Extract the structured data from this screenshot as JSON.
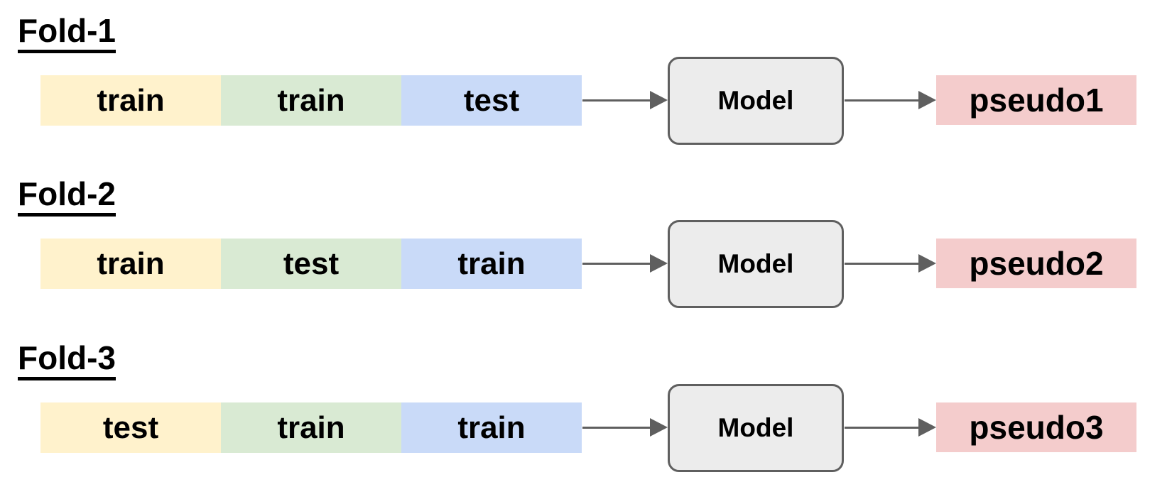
{
  "diagram": {
    "type": "k-fold-cross-validation-pseudo-labeling",
    "num_folds": 3
  },
  "colors": {
    "segment_yellow": "#fff2cc",
    "segment_green": "#d9ead3",
    "segment_blue": "#c9daf8",
    "pseudo_pink": "#f4cccc",
    "model_box_fill": "#ececec",
    "stroke_gray": "#5f5f5f",
    "text_black": "#000000",
    "background": "#ffffff"
  },
  "folds": [
    {
      "label": "Fold-1",
      "segments": [
        {
          "label": "train",
          "color": "#fff2cc"
        },
        {
          "label": "train",
          "color": "#d9ead3"
        },
        {
          "label": "test",
          "color": "#c9daf8"
        }
      ],
      "model_label": "Model",
      "output_label": "pseudo1"
    },
    {
      "label": "Fold-2",
      "segments": [
        {
          "label": "train",
          "color": "#fff2cc"
        },
        {
          "label": "test",
          "color": "#d9ead3"
        },
        {
          "label": "train",
          "color": "#c9daf8"
        }
      ],
      "model_label": "Model",
      "output_label": "pseudo2"
    },
    {
      "label": "Fold-3",
      "segments": [
        {
          "label": "test",
          "color": "#fff2cc"
        },
        {
          "label": "train",
          "color": "#d9ead3"
        },
        {
          "label": "train",
          "color": "#c9daf8"
        }
      ],
      "model_label": "Model",
      "output_label": "pseudo3"
    }
  ]
}
